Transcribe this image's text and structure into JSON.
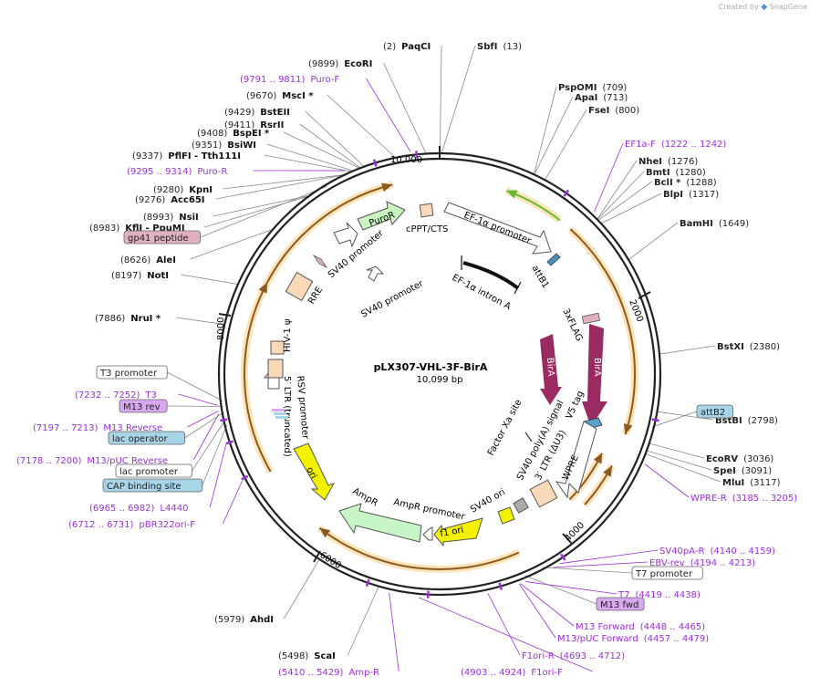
{
  "credit": {
    "prefix": "Created by",
    "brand": "SnapGene"
  },
  "plasmid": {
    "name": "pLX307-VHL-3F-BirA",
    "length": "10,099 bp"
  },
  "ring_ticks": [
    "10,000",
    "2000",
    "4000",
    "6000",
    "8000"
  ],
  "features": [
    {
      "id": "f-puror",
      "label": "PuroR"
    },
    {
      "id": "f-sv40p-top",
      "label": "SV40 promoter"
    },
    {
      "id": "f-cppt",
      "label": "cPPT/CTS"
    },
    {
      "id": "f-ef1a",
      "label": "EF-1α promoter"
    },
    {
      "id": "f-attb1",
      "label": "attB1"
    },
    {
      "id": "f-intron",
      "label": "EF-1α intron A"
    },
    {
      "id": "f-sv40p-in",
      "label": "SV40 promoter"
    },
    {
      "id": "f-rre",
      "label": "RRE"
    },
    {
      "id": "f-3xflag",
      "label": "3xFLAG"
    },
    {
      "id": "f-birA1",
      "label": "BirA"
    },
    {
      "id": "f-birA2",
      "label": "BirA"
    },
    {
      "id": "f-factorxa",
      "label": "Factor Xa site"
    },
    {
      "id": "f-v5",
      "label": "V5 tag"
    },
    {
      "id": "f-sv40pa",
      "label": "SV40 poly(A) signal"
    },
    {
      "id": "f-3ltr",
      "label": "3′ LTR (ΔU3)"
    },
    {
      "id": "f-wpre",
      "label": "WPRE"
    },
    {
      "id": "f-sv40ori",
      "label": "SV40 ori"
    },
    {
      "id": "f-f1ori",
      "label": "f1 ori"
    },
    {
      "id": "f-amprp",
      "label": "AmpR promoter"
    },
    {
      "id": "f-ampr",
      "label": "AmpR"
    },
    {
      "id": "f-ori",
      "label": "ori"
    },
    {
      "id": "f-rsv",
      "label": "RSV promoter"
    },
    {
      "id": "f-5ltr",
      "label": "5′ LTR (truncated)"
    },
    {
      "id": "f-hiv",
      "label": "HIV-1 ψ"
    }
  ],
  "left_labels": [
    {
      "pos": "(2)",
      "name": "PaqCI"
    },
    {
      "pos": "(9899)",
      "name": "EcoRI"
    },
    {
      "pos": "(9791 .. 9811)",
      "name": "Puro-F",
      "primer": true
    },
    {
      "pos": "(9670)",
      "name": "MscI *"
    },
    {
      "pos": "(9429)",
      "name": "BstEII"
    },
    {
      "pos": "(9411)",
      "name": "RsrII"
    },
    {
      "pos": "(9408)",
      "name": "BspEI *"
    },
    {
      "pos": "(9351)",
      "name": "BsiWI"
    },
    {
      "pos": "(9337)",
      "name": "PflFI - Tth111I"
    },
    {
      "pos": "(9295 .. 9314)",
      "name": "Puro-R",
      "primer": true
    },
    {
      "pos": "(9280)",
      "name": "KpnI"
    },
    {
      "pos": "(9276)",
      "name": "Acc65I"
    },
    {
      "pos": "(8993)",
      "name": "NsiI"
    },
    {
      "pos": "(8983)",
      "name": "KflI - PpuMI"
    },
    {
      "pos": "(8626)",
      "name": "AleI"
    },
    {
      "pos": "(8197)",
      "name": "NotI"
    },
    {
      "pos": "(7886)",
      "name": "NruI *"
    },
    {
      "pos": "(7232 .. 7252)",
      "name": "T3",
      "primer": true
    },
    {
      "pos": "(7197 .. 7213)",
      "name": "M13 Reverse",
      "primer": true
    },
    {
      "pos": "(7178 .. 7200)",
      "name": "M13/pUC Reverse",
      "primer": true
    },
    {
      "pos": "(6965 .. 6982)",
      "name": "L4440",
      "primer": true
    },
    {
      "pos": "(6712 .. 6731)",
      "name": "pBR322ori-F",
      "primer": true
    },
    {
      "pos": "(5979)",
      "name": "AhdI"
    },
    {
      "pos": "(5498)",
      "name": "ScaI"
    },
    {
      "pos": "(5410 .. 5429)",
      "name": "Amp-R",
      "primer": true
    },
    {
      "pos": "(4903 .. 4924)",
      "name": "F1ori-F",
      "primer": true
    }
  ],
  "right_labels": [
    {
      "pos": "(13)",
      "name": "SbfI"
    },
    {
      "pos": "(709)",
      "name": "PspOMI"
    },
    {
      "pos": "(713)",
      "name": "ApaI"
    },
    {
      "pos": "(800)",
      "name": "FseI"
    },
    {
      "pos": "(1222 .. 1242)",
      "name": "EF1a-F",
      "primer": true
    },
    {
      "pos": "(1276)",
      "name": "NheI"
    },
    {
      "pos": "(1280)",
      "name": "BmtI"
    },
    {
      "pos": "(1288)",
      "name": "BclI *"
    },
    {
      "pos": "(1317)",
      "name": "BlpI"
    },
    {
      "pos": "(1649)",
      "name": "BamHI"
    },
    {
      "pos": "(2380)",
      "name": "BstXI"
    },
    {
      "pos": "(2798)",
      "name": "BstBI"
    },
    {
      "pos": "(3036)",
      "name": "EcoRV"
    },
    {
      "pos": "(3091)",
      "name": "SpeI"
    },
    {
      "pos": "(3117)",
      "name": "MluI"
    },
    {
      "pos": "(3185 .. 3205)",
      "name": "WPRE-R",
      "primer": true
    },
    {
      "pos": "(4140 .. 4159)",
      "name": "SV40pA-R",
      "primer": true
    },
    {
      "pos": "(4194 .. 4213)",
      "name": "EBV-rev",
      "primer": true
    },
    {
      "pos": "(4419 .. 4438)",
      "name": "T7",
      "primer": true
    },
    {
      "pos": "(4448 .. 4465)",
      "name": "M13 Forward",
      "primer": true
    },
    {
      "pos": "(4457 .. 4479)",
      "name": "M13/pUC Forward",
      "primer": true
    },
    {
      "pos": "(4693 .. 4712)",
      "name": "F1ori-R",
      "primer": true
    }
  ],
  "boxed_labels": [
    {
      "text": "gp41 peptide",
      "kind": "pink"
    },
    {
      "text": "T3 promoter",
      "kind": "white"
    },
    {
      "text": "M13 rev",
      "kind": "violet"
    },
    {
      "text": "lac operator",
      "kind": "blue"
    },
    {
      "text": "lac promoter",
      "kind": "white"
    },
    {
      "text": "CAP binding site",
      "kind": "blue"
    },
    {
      "text": "attB2",
      "kind": "blue"
    },
    {
      "text": "T7 promoter",
      "kind": "white"
    },
    {
      "text": "M13 fwd",
      "kind": "violet"
    }
  ],
  "colors": {
    "ring": "#222222",
    "site_line": "#888888",
    "primer": "#9b30d9",
    "orf": "#f5b858",
    "puror": "#c8f5c0",
    "promoter_green": "#66bb33",
    "birA": "#9a2a62",
    "ori": "#f2f200",
    "ampr": "#c8f5c8",
    "ltr": "#fad9b9",
    "box_pink": "#e0b0c0",
    "box_blue": "#a8d4e8",
    "box_violet": "#d8a8f0"
  }
}
